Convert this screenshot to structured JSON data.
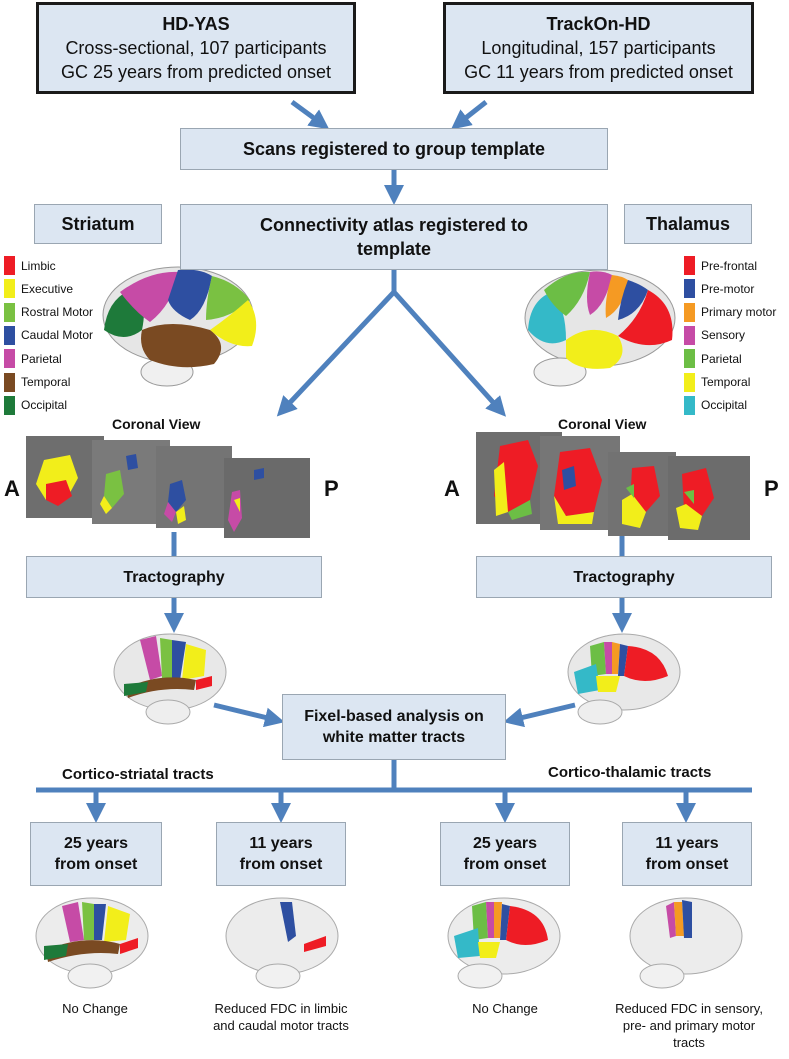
{
  "top": {
    "left": {
      "title": "HD-YAS",
      "line1": "Cross-sectional, 107 participants",
      "line2": "GC 25 years from predicted onset"
    },
    "right": {
      "title": "TrackOn-HD",
      "line1": "Longitudinal, 157 participants",
      "line2": "GC 11 years from predicted onset"
    }
  },
  "steps": {
    "register": "Scans registered to group template",
    "atlas_line1": "Connectivity atlas registered to",
    "atlas_line2": "template",
    "tract_left": "Tractography",
    "tract_right": "Tractography",
    "fixel_line1": "Fixel-based analysis on",
    "fixel_line2": "white matter tracts"
  },
  "labels": {
    "striatum": "Striatum",
    "thalamus": "Thalamus",
    "coronal_left": "Coronal View",
    "coronal_right": "Coronal View",
    "a": "A",
    "p": "P",
    "cortico_striatal": "Cortico-striatal tracts",
    "cortico_thalamic": "Cortico-thalamic tracts"
  },
  "legend_striatum": [
    {
      "label": "Limbic",
      "color": "#ee1c25"
    },
    {
      "label": "Executive",
      "color": "#f2ee1a"
    },
    {
      "label": "Rostral Motor",
      "color": "#7ac142"
    },
    {
      "label": "Caudal Motor",
      "color": "#2e4fa1"
    },
    {
      "label": "Parietal",
      "color": "#c64ba6"
    },
    {
      "label": "Temporal",
      "color": "#7a4a22"
    },
    {
      "label": "Occipital",
      "color": "#1e7a3a"
    }
  ],
  "legend_thalamus": [
    {
      "label": "Pre-frontal",
      "color": "#ee1c25"
    },
    {
      "label": "Pre-motor",
      "color": "#2e4fa1"
    },
    {
      "label": "Primary motor",
      "color": "#f59a23"
    },
    {
      "label": "Sensory",
      "color": "#c64ba6"
    },
    {
      "label": "Parietal",
      "color": "#6cbe45"
    },
    {
      "label": "Temporal",
      "color": "#f2ee1a"
    },
    {
      "label": "Occipital",
      "color": "#34b9c8"
    }
  ],
  "outcomes": [
    {
      "line1": "25 years",
      "line2": "from onset",
      "caption1": "No Change",
      "caption2": "",
      "caption3": ""
    },
    {
      "line1": "11 years",
      "line2": "from onset",
      "caption1": "Reduced FDC in limbic",
      "caption2": "and caudal motor tracts",
      "caption3": ""
    },
    {
      "line1": "25 years",
      "line2": "from onset",
      "caption1": "No Change",
      "caption2": "",
      "caption3": ""
    },
    {
      "line1": "11 years",
      "line2": "from onset",
      "caption1": "Reduced FDC in sensory,",
      "caption2": "pre- and primary motor",
      "caption3": "tracts"
    }
  ],
  "colors": {
    "box_fill": "#dce6f2",
    "arrow": "#4f81bd",
    "box_border": "#9aa6b2"
  }
}
